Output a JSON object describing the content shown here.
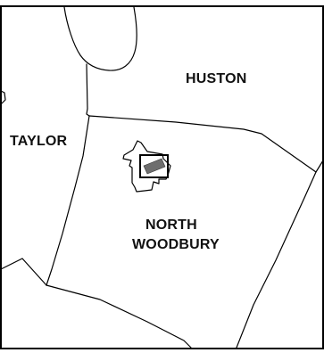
{
  "map": {
    "labels": {
      "huston": "HUSTON",
      "taylor": "TAYLOR",
      "north": "NORTH",
      "woodbury": "WOODBURY"
    },
    "colors": {
      "background": "#ffffff",
      "boundary_line": "#000000",
      "site_marker_fill": "#6e6e6e",
      "label_text": "#111111"
    }
  }
}
